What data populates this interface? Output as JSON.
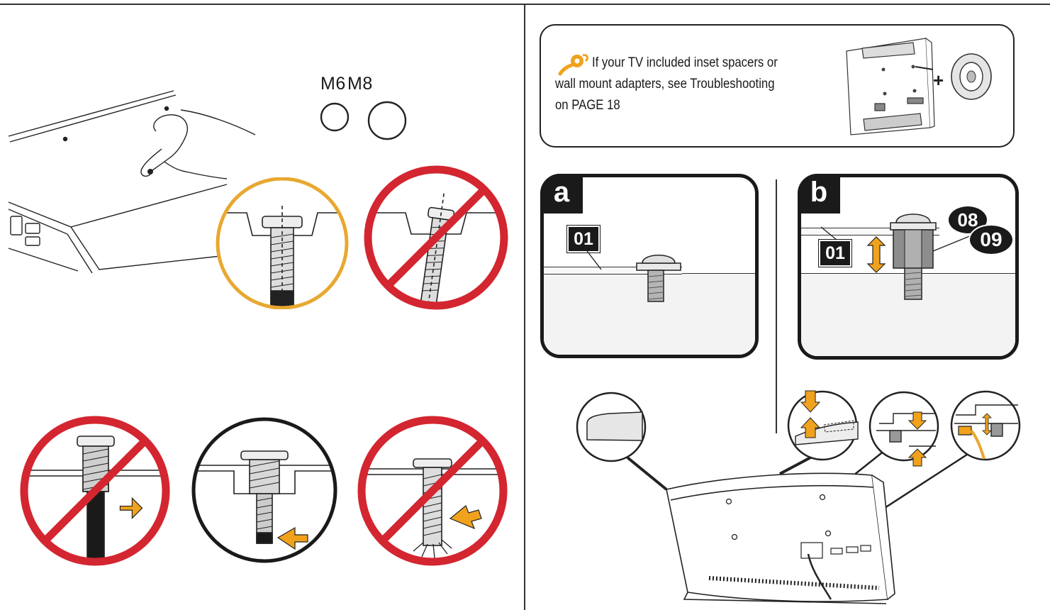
{
  "screw_sizes": {
    "small": "M6",
    "large": "M8"
  },
  "note": {
    "icon": "key-question-icon",
    "line1": "If your TV included inset spacers or",
    "line2": "wall mount adapters,  see Troubleshooting",
    "line3": "on PAGE 18"
  },
  "panel_a": {
    "letter": "a",
    "part_label": "01"
  },
  "panel_b": {
    "letter": "b",
    "part_label": "01",
    "spacer_top": "08",
    "spacer_bottom": "09"
  },
  "colors": {
    "accent": "#f0a21c",
    "prohibited": "#d32630",
    "outline": "#1a1a1a",
    "approved": "#e8a830"
  }
}
